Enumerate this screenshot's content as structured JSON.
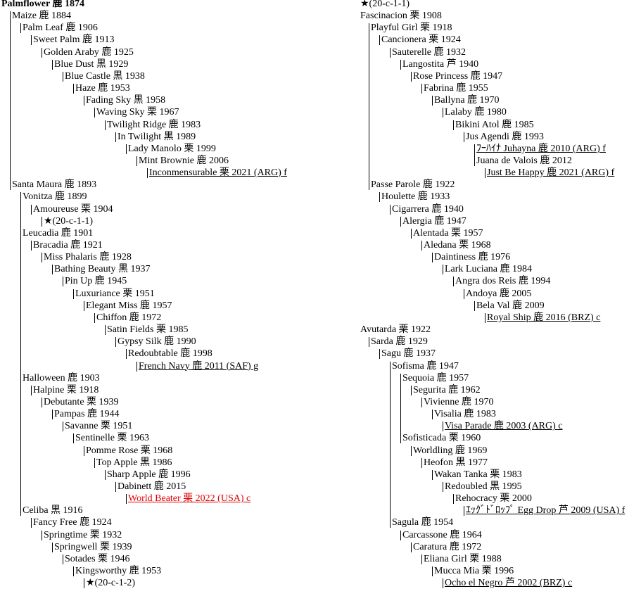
{
  "pedigree": {
    "left": [
      {
        "text": "Palmflower 鹿 1874",
        "level": 0,
        "bold": true
      },
      {
        "text": "Maize 鹿 1884",
        "level": 1
      },
      {
        "text": "Palm Leaf 鹿 1906",
        "level": 2
      },
      {
        "text": "Sweet Palm 鹿 1913",
        "level": 3
      },
      {
        "text": "Golden Araby 鹿 1925",
        "level": 4
      },
      {
        "text": "Blue Dust 黒 1929",
        "level": 5
      },
      {
        "text": "Blue Castle 黒 1938",
        "level": 6
      },
      {
        "text": "Haze 鹿 1953",
        "level": 7
      },
      {
        "text": "Fading Sky 黒 1958",
        "level": 8
      },
      {
        "text": "Waving Sky 栗 1967",
        "level": 9
      },
      {
        "text": "Twilight Ridge 鹿 1983",
        "level": 10
      },
      {
        "text": "In Twilight 黒 1989",
        "level": 11
      },
      {
        "text": "Lady Manolo 栗 1999",
        "level": 12
      },
      {
        "text": "Mint Brownie 鹿 2006",
        "level": 13
      },
      {
        "text": "Inconmensurable 栗 2021 (ARG) f",
        "level": 14,
        "underline": true
      },
      {
        "text": "Santa Maura 鹿 1893",
        "level": 1
      },
      {
        "text": "Vonitza 鹿 1899",
        "level": 2
      },
      {
        "text": "Amoureuse 栗 1904",
        "level": 3
      },
      {
        "text": "★(20-c-1-1)",
        "level": 4
      },
      {
        "text": "Leucadia 鹿 1901",
        "level": 2
      },
      {
        "text": "Bracadia 鹿 1921",
        "level": 3
      },
      {
        "text": "Miss Phalaris 鹿 1928",
        "level": 4
      },
      {
        "text": "Bathing Beauty 黒 1937",
        "level": 5
      },
      {
        "text": "Pin Up 鹿 1945",
        "level": 6
      },
      {
        "text": "Luxuriance 栗 1951",
        "level": 7
      },
      {
        "text": "Elegant Miss 鹿 1957",
        "level": 8
      },
      {
        "text": "Chiffon 鹿 1972",
        "level": 9
      },
      {
        "text": "Satin Fields 栗 1985",
        "level": 10
      },
      {
        "text": "Gypsy Silk 鹿 1990",
        "level": 11
      },
      {
        "text": "Redoubtable 鹿 1998",
        "level": 12
      },
      {
        "text": "French Navy 鹿 2011 (SAF) g",
        "level": 13,
        "underline": true
      },
      {
        "text": "Halloween 鹿 1903",
        "level": 2
      },
      {
        "text": "Halpine 栗 1918",
        "level": 3
      },
      {
        "text": "Debutante 栗 1939",
        "level": 4
      },
      {
        "text": "Pampas 鹿 1944",
        "level": 5
      },
      {
        "text": "Savanne 栗 1951",
        "level": 6
      },
      {
        "text": "Sentinelle 栗 1963",
        "level": 7
      },
      {
        "text": "Pomme Rose 栗 1968",
        "level": 8
      },
      {
        "text": "Top Apple 黒 1986",
        "level": 9
      },
      {
        "text": "Sharp Apple 鹿 1996",
        "level": 10
      },
      {
        "text": "Dabinett 鹿 2015",
        "level": 11
      },
      {
        "text": "World Beater 栗 2022 (USA) c",
        "level": 12,
        "underline": true,
        "red": true
      },
      {
        "text": "Celiba 黒 1916",
        "level": 2
      },
      {
        "text": "Fancy Free 鹿 1924",
        "level": 3
      },
      {
        "text": "Springtime 栗 1932",
        "level": 4
      },
      {
        "text": "Springwell 栗 1939",
        "level": 5
      },
      {
        "text": "Sotades 栗 1946",
        "level": 6
      },
      {
        "text": "Kingsworthy 鹿 1953",
        "level": 7
      },
      {
        "text": "★(20-c-1-2)",
        "level": 8
      }
    ],
    "right": [
      {
        "text": "★(20-c-1-1)",
        "level": 0
      },
      {
        "text": "Fascinacion 栗 1908",
        "level": 0
      },
      {
        "text": "Playful Girl 栗 1918",
        "level": 1
      },
      {
        "text": "Cancionera 栗 1924",
        "level": 2
      },
      {
        "text": "Sauterelle 鹿 1932",
        "level": 3
      },
      {
        "text": "Langostita 芦 1940",
        "level": 4
      },
      {
        "text": "Rose Princess 鹿 1947",
        "level": 5
      },
      {
        "text": "Fabrina 鹿 1955",
        "level": 6
      },
      {
        "text": "Ballyna 鹿 1970",
        "level": 7
      },
      {
        "text": "Lalaby 鹿 1980",
        "level": 8
      },
      {
        "text": "Bikini Atol 鹿 1985",
        "level": 9
      },
      {
        "text": "Jus Agendi 鹿 1993",
        "level": 10
      },
      {
        "text": "ﾌｰﾊｲﾅ Juhayna 鹿 2010 (ARG) f",
        "level": 11,
        "underline": true
      },
      {
        "text": "Juana de Valois 鹿 2012",
        "level": 11
      },
      {
        "text": "Just Be Happy 鹿 2021 (ARG) f",
        "level": 12,
        "underline": true
      },
      {
        "text": "Passe Parole 鹿 1922",
        "level": 1
      },
      {
        "text": "Houlette 鹿 1933",
        "level": 2
      },
      {
        "text": "Cigarrera 鹿 1940",
        "level": 3
      },
      {
        "text": "Alergia 鹿 1947",
        "level": 4
      },
      {
        "text": "Alentada 栗 1957",
        "level": 5
      },
      {
        "text": "Aledana 栗 1968",
        "level": 6
      },
      {
        "text": "Daintiness 鹿 1976",
        "level": 7
      },
      {
        "text": "Lark Luciana 鹿 1984",
        "level": 8
      },
      {
        "text": "Angra dos Reis 鹿 1994",
        "level": 9
      },
      {
        "text": "Andoya 鹿 2005",
        "level": 10
      },
      {
        "text": "Bela Val 鹿 2009",
        "level": 11
      },
      {
        "text": "Royal Ship 鹿 2016 (BRZ) c",
        "level": 12,
        "underline": true
      },
      {
        "text": "Avutarda 栗 1922",
        "level": 0
      },
      {
        "text": "Sarda 鹿 1929",
        "level": 1
      },
      {
        "text": "Sagu 鹿 1937",
        "level": 2
      },
      {
        "text": "Sofisma 鹿 1947",
        "level": 3
      },
      {
        "text": "Sequoia 鹿 1957",
        "level": 4
      },
      {
        "text": "Segurita 鹿 1962",
        "level": 5
      },
      {
        "text": "Vivienne 鹿 1970",
        "level": 6
      },
      {
        "text": "Visalia 鹿 1983",
        "level": 7
      },
      {
        "text": "Visa Parade 鹿 2003 (ARG) c",
        "level": 8,
        "underline": true
      },
      {
        "text": "Sofisticada 栗 1960",
        "level": 4
      },
      {
        "text": "Worldling 鹿 1969",
        "level": 5
      },
      {
        "text": "Heofon 黒 1977",
        "level": 6
      },
      {
        "text": "Wakan Tanka 栗 1983",
        "level": 7
      },
      {
        "text": "Redoubled 黒 1995",
        "level": 8
      },
      {
        "text": "Rehocracy 栗 2000",
        "level": 9
      },
      {
        "text": "ｴｯｸﾞﾄﾞﾛｯﾌﾟ Egg Drop 芦 2009 (USA) f",
        "level": 10,
        "underline": true
      },
      {
        "text": "Sagula 鹿 1954",
        "level": 3
      },
      {
        "text": "Carcassone 鹿 1964",
        "level": 4
      },
      {
        "text": "Caratura 鹿 1972",
        "level": 5
      },
      {
        "text": "Eliana Girl 栗 1988",
        "level": 6
      },
      {
        "text": "Mucca Mia 栗 1996",
        "level": 7
      },
      {
        "text": "Ocho el Negro 芦 2002 (BRZ) c",
        "level": 8,
        "underline": true
      }
    ]
  }
}
